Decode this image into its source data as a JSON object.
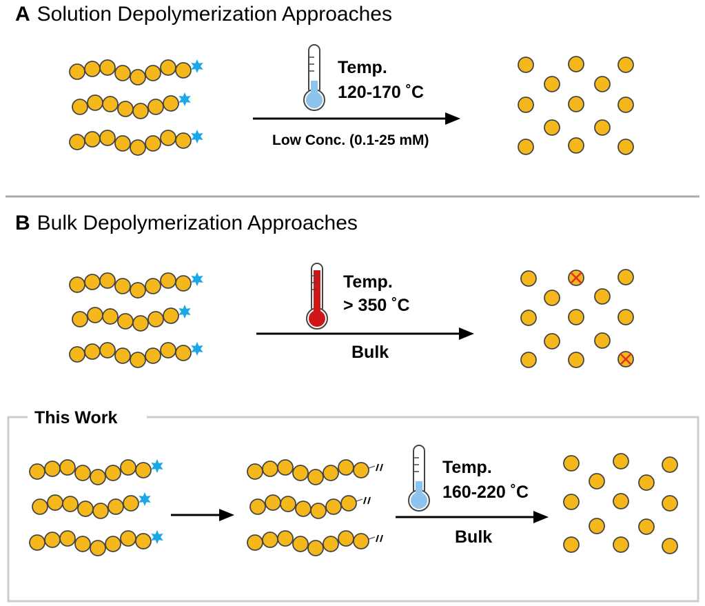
{
  "colors": {
    "bead_fill": "#F5B81C",
    "bead_stroke": "#444444",
    "star": "#1BA8E6",
    "thermo_cold": "#8CC4EC",
    "thermo_hot": "#D01616",
    "x_mark": "#E0301E",
    "divider": "#AAAAAA",
    "box_border": "#CCCCCC"
  },
  "panel_a": {
    "letter": "A",
    "title": "Solution Depolymerization Approaches",
    "temp_label": "Temp.",
    "temp_value": "120-170 ˚C",
    "condition": "Low Conc. (0.1-25 mM)",
    "thermometer": "cold-thermometer-icon"
  },
  "panel_b": {
    "letter": "B",
    "title": "Bulk Depolymerization Approaches",
    "temp_label": "Temp.",
    "temp_value": "> 350 ˚C",
    "condition": "Bulk",
    "thermometer": "hot-thermometer-icon"
  },
  "this_work": {
    "label": "This Work",
    "temp_label": "Temp.",
    "temp_value": "160-220 ˚C",
    "condition": "Bulk",
    "thermometer": "cold-thermometer-icon"
  }
}
